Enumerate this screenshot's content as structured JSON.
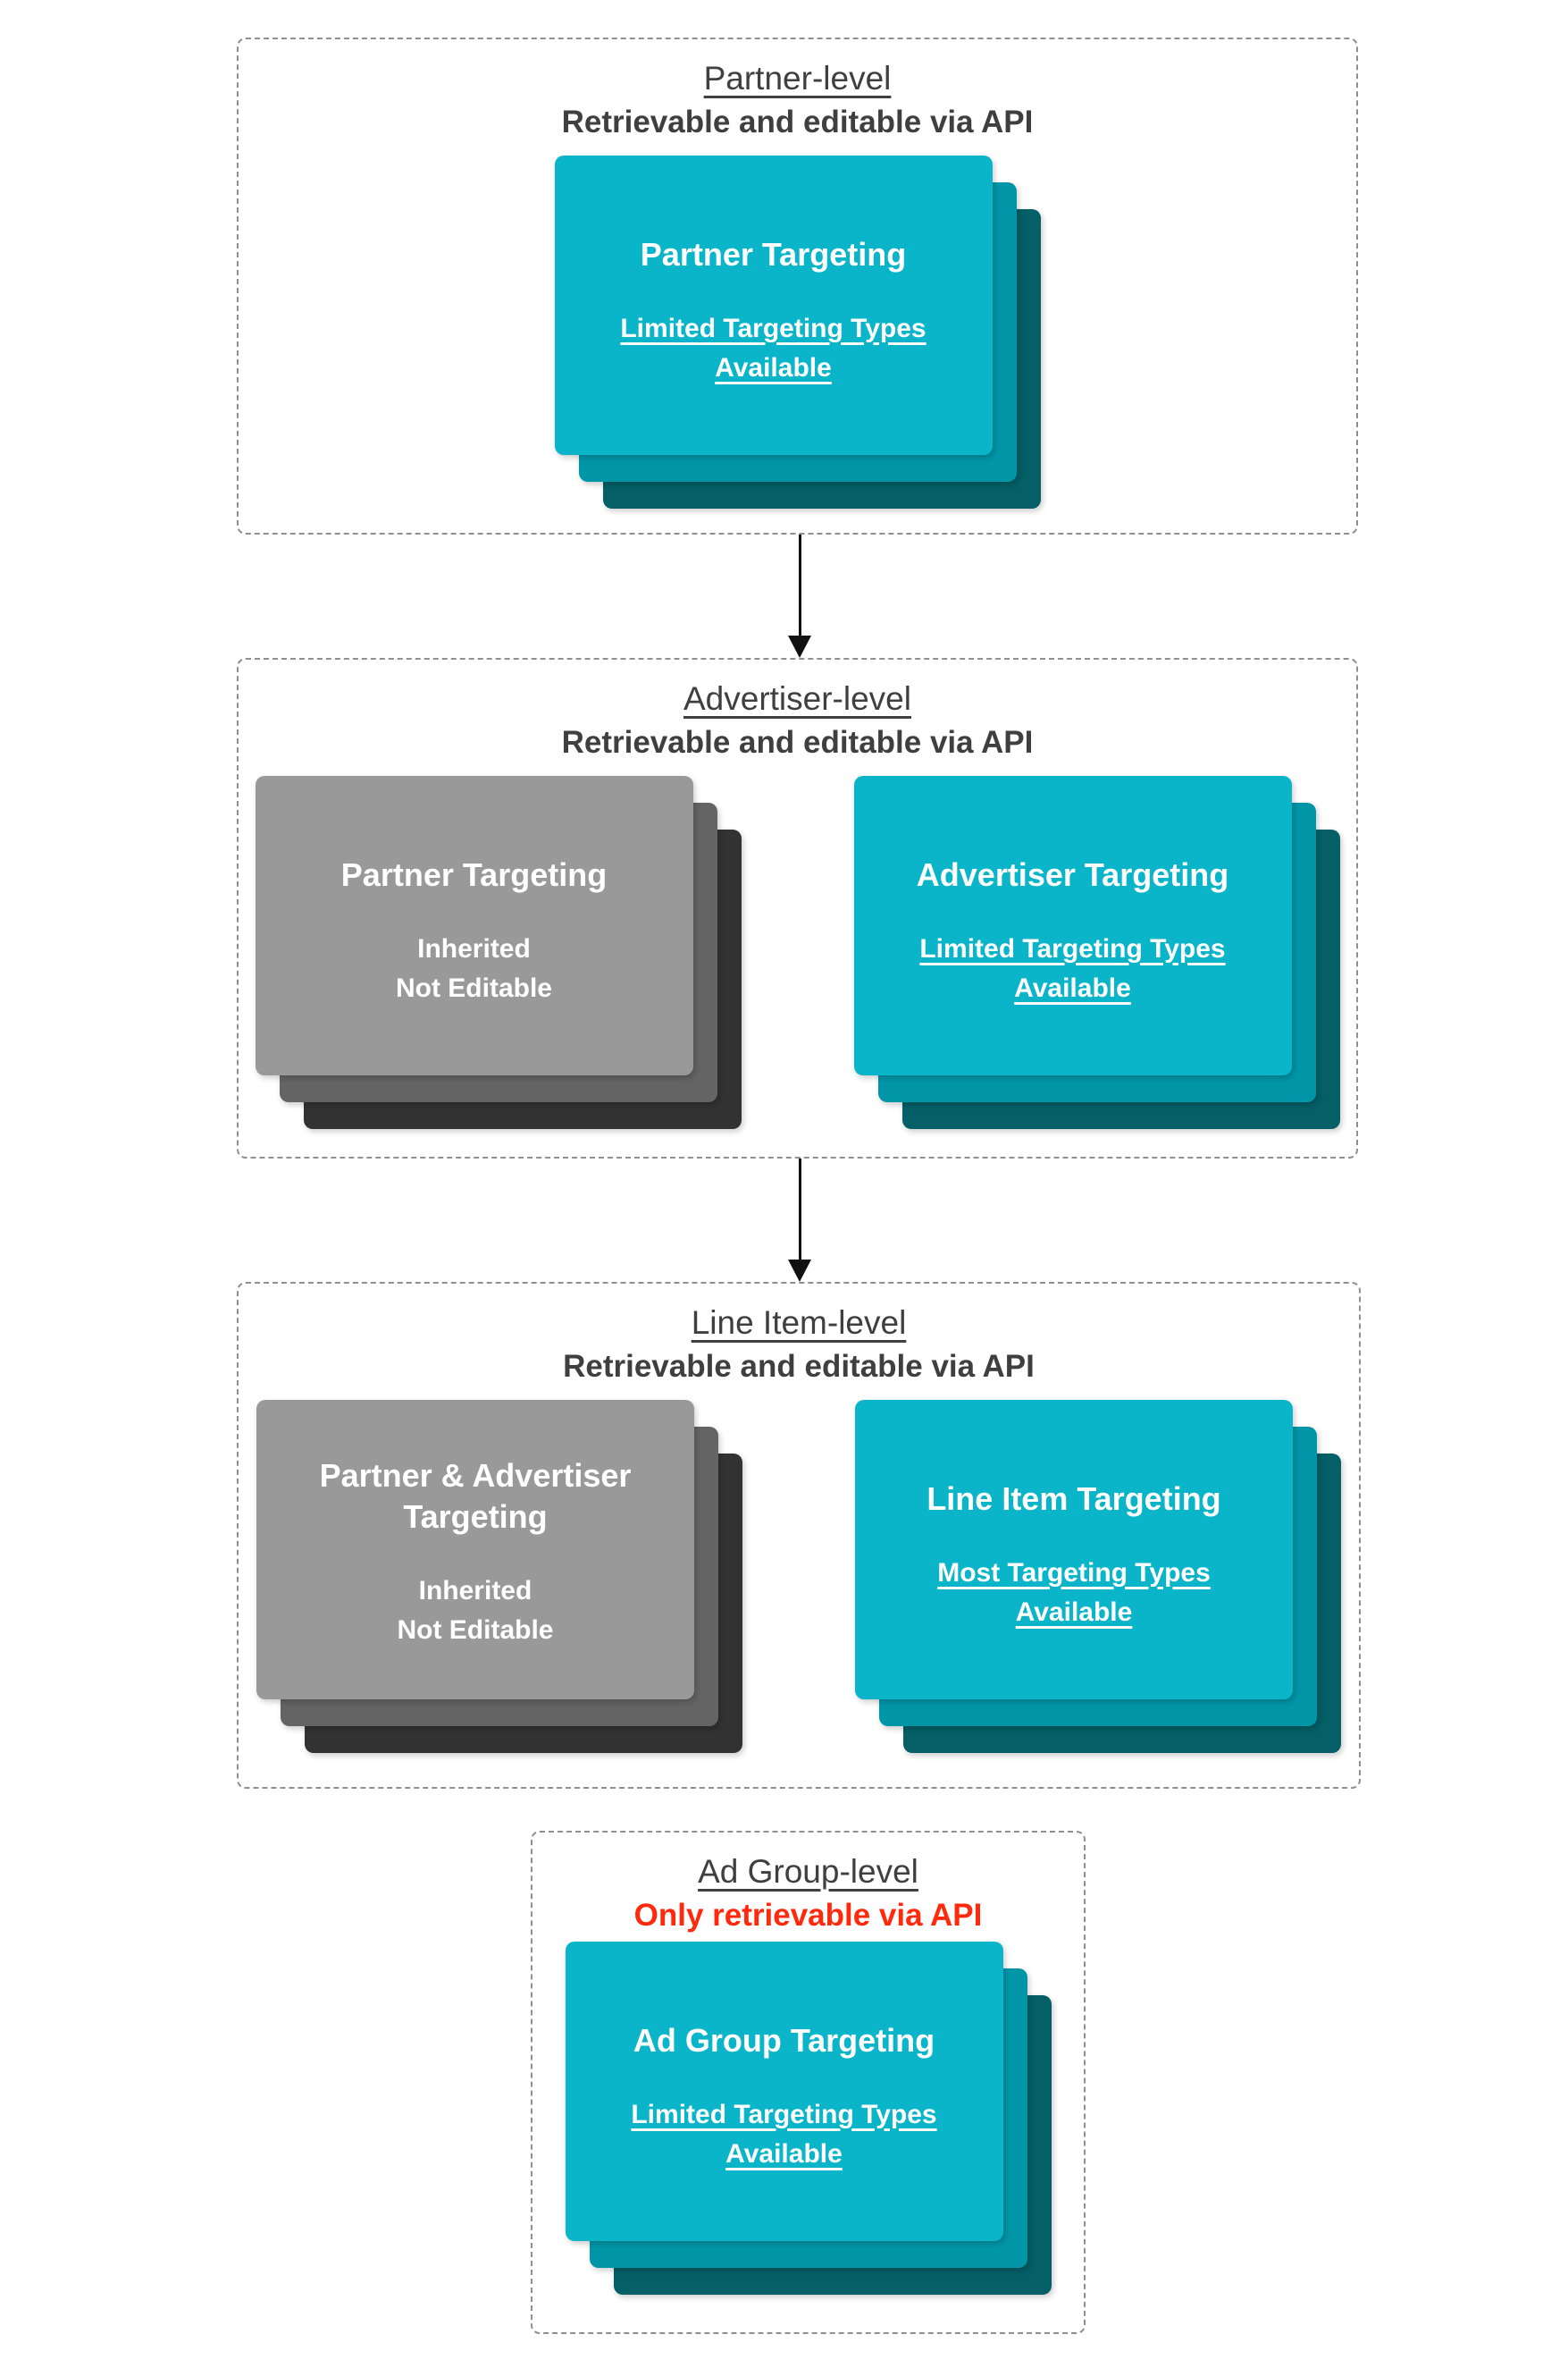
{
  "palette": {
    "cyan-front": "#0ab5c9",
    "cyan-mid": "#0096a8",
    "cyan-back": "#045f66",
    "gray-front": "#999999",
    "gray-mid": "#646464",
    "gray-back": "#323232",
    "heading": "#3f3f3f",
    "alert-red": "#ff2a0d",
    "box-border": "#8f8f8f",
    "arrow-black": "#111111",
    "card-text": "#ffffff"
  },
  "sections": [
    {
      "title": "Partner-level",
      "subtitle": "Retrievable and editable via API",
      "cards": [
        {
          "title_lines": [
            "Partner Targeting"
          ],
          "body_lines": [
            "Limited Targeting Types",
            "Available"
          ]
        }
      ]
    },
    {
      "title": "Advertiser-level",
      "subtitle": "Retrievable and editable via API",
      "cards": [
        {
          "title_lines": [
            "Partner Targeting"
          ],
          "body_lines": [
            "Inherited",
            "Not Editable"
          ]
        },
        {
          "title_lines": [
            "Advertiser Targeting"
          ],
          "body_lines": [
            "Limited Targeting Types",
            "Available"
          ]
        }
      ]
    },
    {
      "title": "Line Item-level",
      "subtitle": "Retrievable and editable via API",
      "cards": [
        {
          "title_lines": [
            "Partner & Advertiser",
            "Targeting"
          ],
          "body_lines": [
            "Inherited",
            "Not Editable"
          ]
        },
        {
          "title_lines": [
            "Line Item Targeting"
          ],
          "body_lines": [
            "Most Targeting Types",
            "Available"
          ]
        }
      ]
    },
    {
      "title": "Ad Group-level",
      "subtitle": "Only retrievable via API",
      "cards": [
        {
          "title_lines": [
            "Ad Group Targeting"
          ],
          "body_lines": [
            "Limited Targeting Types",
            "Available"
          ]
        }
      ]
    }
  ]
}
